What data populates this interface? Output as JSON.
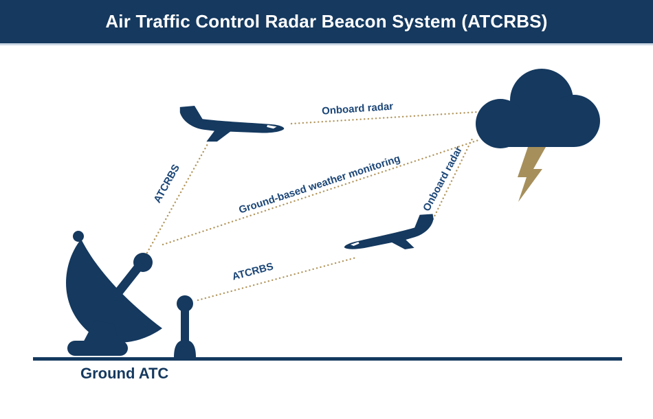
{
  "header": {
    "title": "Air Traffic Control Radar Beacon System (ATCRBS)"
  },
  "links": {
    "onboard_radar_top": "Onboard radar",
    "atcrbs_upper": "ATCRBS",
    "ground_weather": "Ground-based weather monitoring",
    "atcrbs_lower": "ATCRBS",
    "onboard_radar_right": "Onboard radar"
  },
  "ground": {
    "label": "Ground ATC"
  },
  "icons": [
    "airplane-icon",
    "airplane-icon",
    "storm-cloud-icon",
    "lightning-icon",
    "radar-dish-icon",
    "beacon-antenna-icon"
  ],
  "colors": {
    "navy": "#15395f",
    "dotted_line_gold": "#b3975e",
    "label_blue": "#1b4677",
    "lightning_gold": "#a68f5b",
    "header_divider": "#ccd9e5"
  }
}
